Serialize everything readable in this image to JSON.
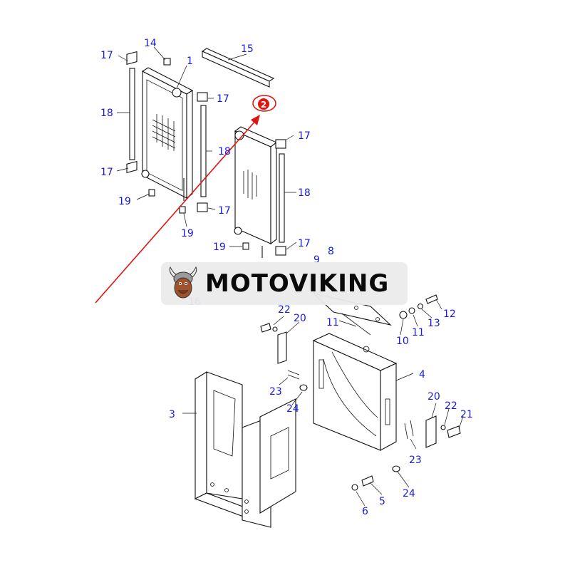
{
  "diagram": {
    "callouts": [
      {
        "id": "c17a",
        "text": "17"
      },
      {
        "id": "c14",
        "text": "14"
      },
      {
        "id": "c1",
        "text": "1"
      },
      {
        "id": "c15",
        "text": "15"
      },
      {
        "id": "c18a",
        "text": "18"
      },
      {
        "id": "c17b",
        "text": "17"
      },
      {
        "id": "c18b",
        "text": "18"
      },
      {
        "id": "c17c",
        "text": "17"
      },
      {
        "id": "c19a",
        "text": "19"
      },
      {
        "id": "c19b",
        "text": "19"
      },
      {
        "id": "c17d",
        "text": "17"
      },
      {
        "id": "c17e",
        "text": "17"
      },
      {
        "id": "c18c",
        "text": "18"
      },
      {
        "id": "c17f",
        "text": "17"
      },
      {
        "id": "c19c",
        "text": "19"
      },
      {
        "id": "c8",
        "text": "8"
      },
      {
        "id": "c9",
        "text": "9"
      },
      {
        "id": "c16",
        "text": "16"
      },
      {
        "id": "c22a",
        "text": "22"
      },
      {
        "id": "c20a",
        "text": "20"
      },
      {
        "id": "c11a",
        "text": "11"
      },
      {
        "id": "c10",
        "text": "10"
      },
      {
        "id": "c11b",
        "text": "11"
      },
      {
        "id": "c13",
        "text": "13"
      },
      {
        "id": "c12",
        "text": "12"
      },
      {
        "id": "c4",
        "text": "4"
      },
      {
        "id": "c23a",
        "text": "23"
      },
      {
        "id": "c24a",
        "text": "24"
      },
      {
        "id": "c3",
        "text": "3"
      },
      {
        "id": "c20b",
        "text": "20"
      },
      {
        "id": "c22b",
        "text": "22"
      },
      {
        "id": "c21",
        "text": "21"
      },
      {
        "id": "c23b",
        "text": "23"
      },
      {
        "id": "c24b",
        "text": "24"
      },
      {
        "id": "c5",
        "text": "5"
      },
      {
        "id": "c6",
        "text": "6"
      }
    ],
    "highlight_marker": {
      "text": "2",
      "color": "#e0140f"
    },
    "callout_color": "#1a1adc",
    "arrow_color": "#e0140f"
  },
  "watermark": {
    "text": "MOTOVIKING",
    "logo_icon": "viking-mascot-icon"
  }
}
